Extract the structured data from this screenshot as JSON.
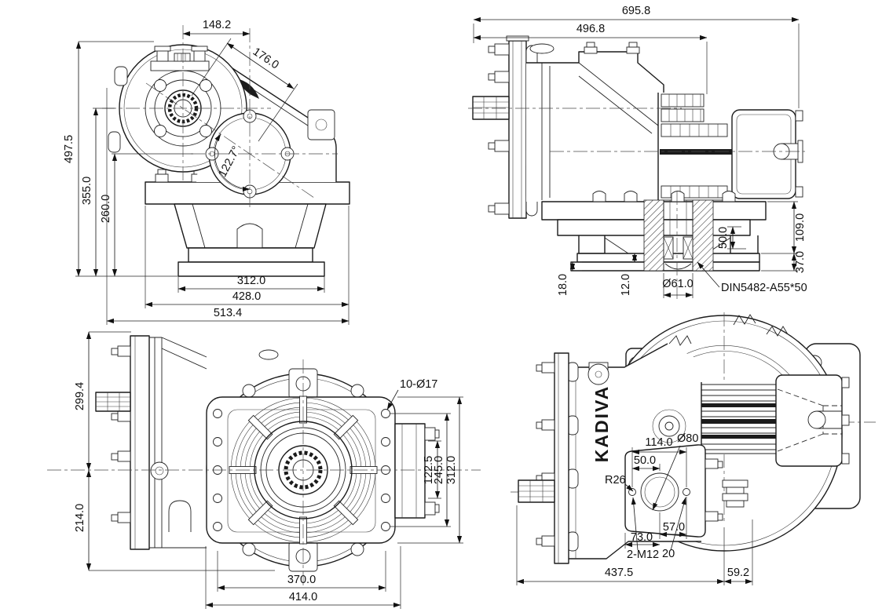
{
  "drawing": {
    "brand": "KADIVA",
    "front_view": {
      "d148_2": "148.2",
      "d176_0": "176.0",
      "angle": "122.7°",
      "d497_5": "497.5",
      "d355_0": "355.0",
      "d260_0": "260.0",
      "d312_0": "312.0",
      "d428_0": "428.0",
      "d513_4": "513.4"
    },
    "side_view": {
      "d695_8": "695.8",
      "d496_8": "496.8",
      "d109_0": "109.0",
      "d50_0": "50.0",
      "d37_0": "37.0",
      "d18_0": "18.0",
      "d12_0": "12.0",
      "dia61": "Ø61.0",
      "din": "DIN5482-A55*50"
    },
    "rear_view": {
      "holes": "10-Ø17",
      "d122_5": "122.5",
      "d245_0": "245.0",
      "d312_0": "312.0",
      "d299_4": "299.4",
      "d214_0": "214.0",
      "d370_0": "370.0",
      "d414_0": "414.0"
    },
    "bell_view": {
      "d114_0": "114.0",
      "dia80": "Ø80",
      "d50_0": "50.0",
      "r26": "R26",
      "d57_0": "57.0",
      "d73_0": "73.0",
      "m12": "2-M12",
      "d20": "20",
      "d437_5": "437.5",
      "d59_2": "59.2"
    }
  }
}
